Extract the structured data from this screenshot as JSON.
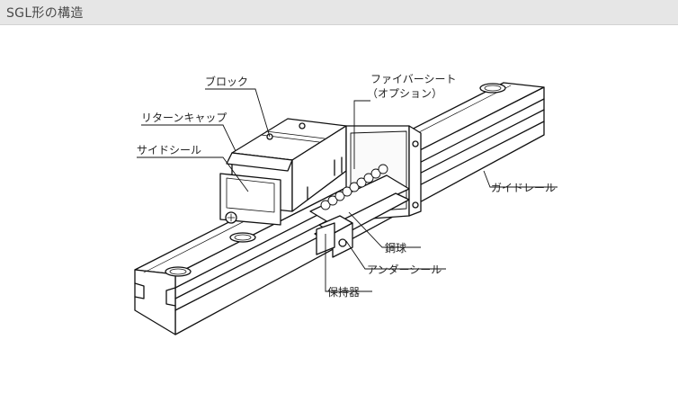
{
  "header": {
    "title": "SGL形の構造"
  },
  "diagram": {
    "labels": {
      "block": "ブロック",
      "fiber_sheet": "ファイバーシート",
      "fiber_sheet_option": "（オプション）",
      "return_cap": "リターンキャップ",
      "side_seal": "サイドシール",
      "guide_rail": "ガイドレール",
      "steel_ball": "鋼球",
      "under_seal": "アンダーシール",
      "retainer": "保持器"
    }
  }
}
